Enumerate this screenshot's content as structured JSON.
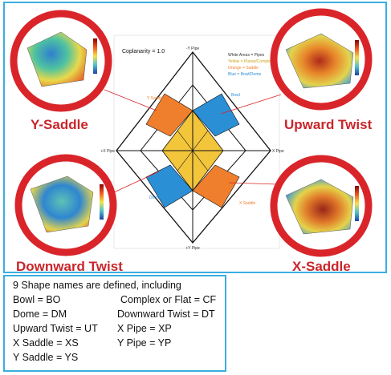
{
  "diagram": {
    "coplanarity": "Coplanarity = 1.0",
    "axes": {
      "plus_y_pipe": "-Y Pipe",
      "minus_y_pipe": "+Y Pipe",
      "minus_x_pipe": "+X Pipe",
      "plus_x_pipe": "X Pipe"
    },
    "region_labels": {
      "y_saddle": "Y Saddle",
      "bowl": "Bowl",
      "dome": "Dome",
      "x_saddle": "X Saddle"
    },
    "key": {
      "line1": "White Areas = Pipes",
      "line2": "Yellow = Planar/Complex",
      "line3": "Orange = Saddle",
      "line4": "Blue = Bowl/Dome"
    },
    "colors": {
      "orange": "#f07f2d",
      "blue": "#2b8fd6",
      "yellow": "#f2c53b",
      "red_ring": "#d9252a",
      "label_red": "#c8262b",
      "frame_blue": "#3aaee0"
    }
  },
  "callouts": {
    "top_left": "Y-Saddle",
    "top_right": "Upward Twist",
    "bottom_left": "Downward Twist",
    "bottom_right": "X-Saddle"
  },
  "legend": {
    "intro": "9 Shape names are defined, including",
    "bowl": "Bowl = BO",
    "complex": "Complex or Flat = CF",
    "dome": "Dome = DM",
    "downward_twist": "Downward Twist = DT",
    "upward_twist": "Upward Twist = UT",
    "x_pipe": "X Pipe = XP",
    "x_saddle": "X Saddle = XS",
    "y_pipe": "Y Pipe = YP",
    "y_saddle": "Y Saddle = YS"
  },
  "icons": {
    "surface_plot": "surface-plot-thumbnail",
    "color_bar": "color-scale-bar"
  }
}
